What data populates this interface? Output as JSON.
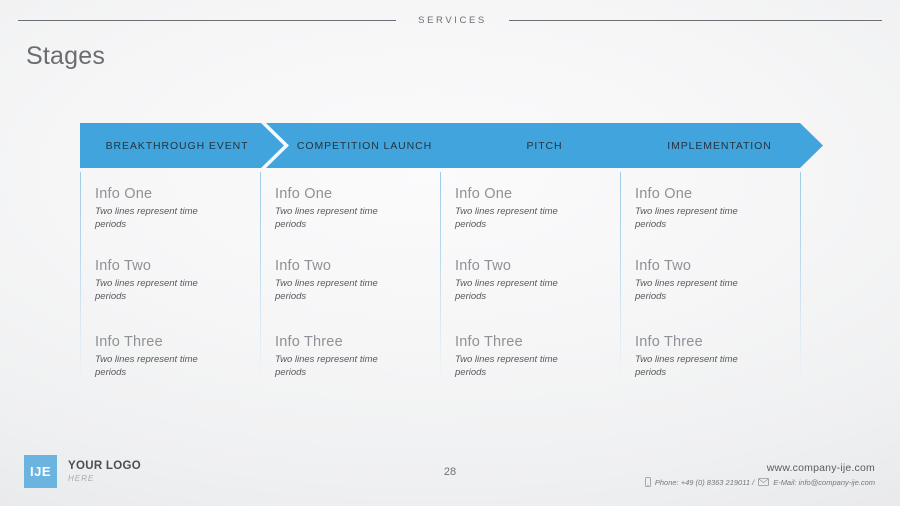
{
  "header": {
    "eyebrow": "SERVICES"
  },
  "page_title": "Stages",
  "theme": {
    "accent": "#41a4dc",
    "logo_blue": "#6cb4e0",
    "chevron_text": "#25343f",
    "title_gray": "#6a6c71"
  },
  "stages": [
    {
      "label": "BREAKTHROUGH EVENT",
      "items": [
        {
          "title": "Info One",
          "body": "Two lines represent time periods"
        },
        {
          "title": "Info Two",
          "body": "Two lines represent time periods"
        },
        {
          "title": "Info Three",
          "body": "Two lines represent time periods"
        }
      ]
    },
    {
      "label": "COMPETITION LAUNCH",
      "items": [
        {
          "title": "Info One",
          "body": "Two lines represent time periods"
        },
        {
          "title": "Info Two",
          "body": "Two lines represent time periods"
        },
        {
          "title": "Info Three",
          "body": "Two lines represent time periods"
        }
      ]
    },
    {
      "label": "PITCH",
      "items": [
        {
          "title": "Info One",
          "body": "Two lines represent time periods"
        },
        {
          "title": "Info Two",
          "body": "Two lines represent time periods"
        },
        {
          "title": "Info Three",
          "body": "Two lines represent time periods"
        }
      ]
    },
    {
      "label": "IMPLEMENTATION",
      "items": [
        {
          "title": "Info One",
          "body": "Two lines represent time periods"
        },
        {
          "title": "Info Two",
          "body": "Two lines represent time periods"
        },
        {
          "title": "Info Three",
          "body": "Two lines represent time periods"
        }
      ]
    }
  ],
  "footer": {
    "logo_mark": "IJE",
    "logo_main": "YOUR LOGO",
    "logo_sub": "HERE",
    "page_number": "28",
    "website": "www.company-ije.com",
    "phone": "Phone: +49 (0) 8363 219011 /",
    "email": "E-Mail: info@company-ije.com",
    "phone_icon": "mobile-phone-icon",
    "email_icon": "envelope-icon"
  }
}
